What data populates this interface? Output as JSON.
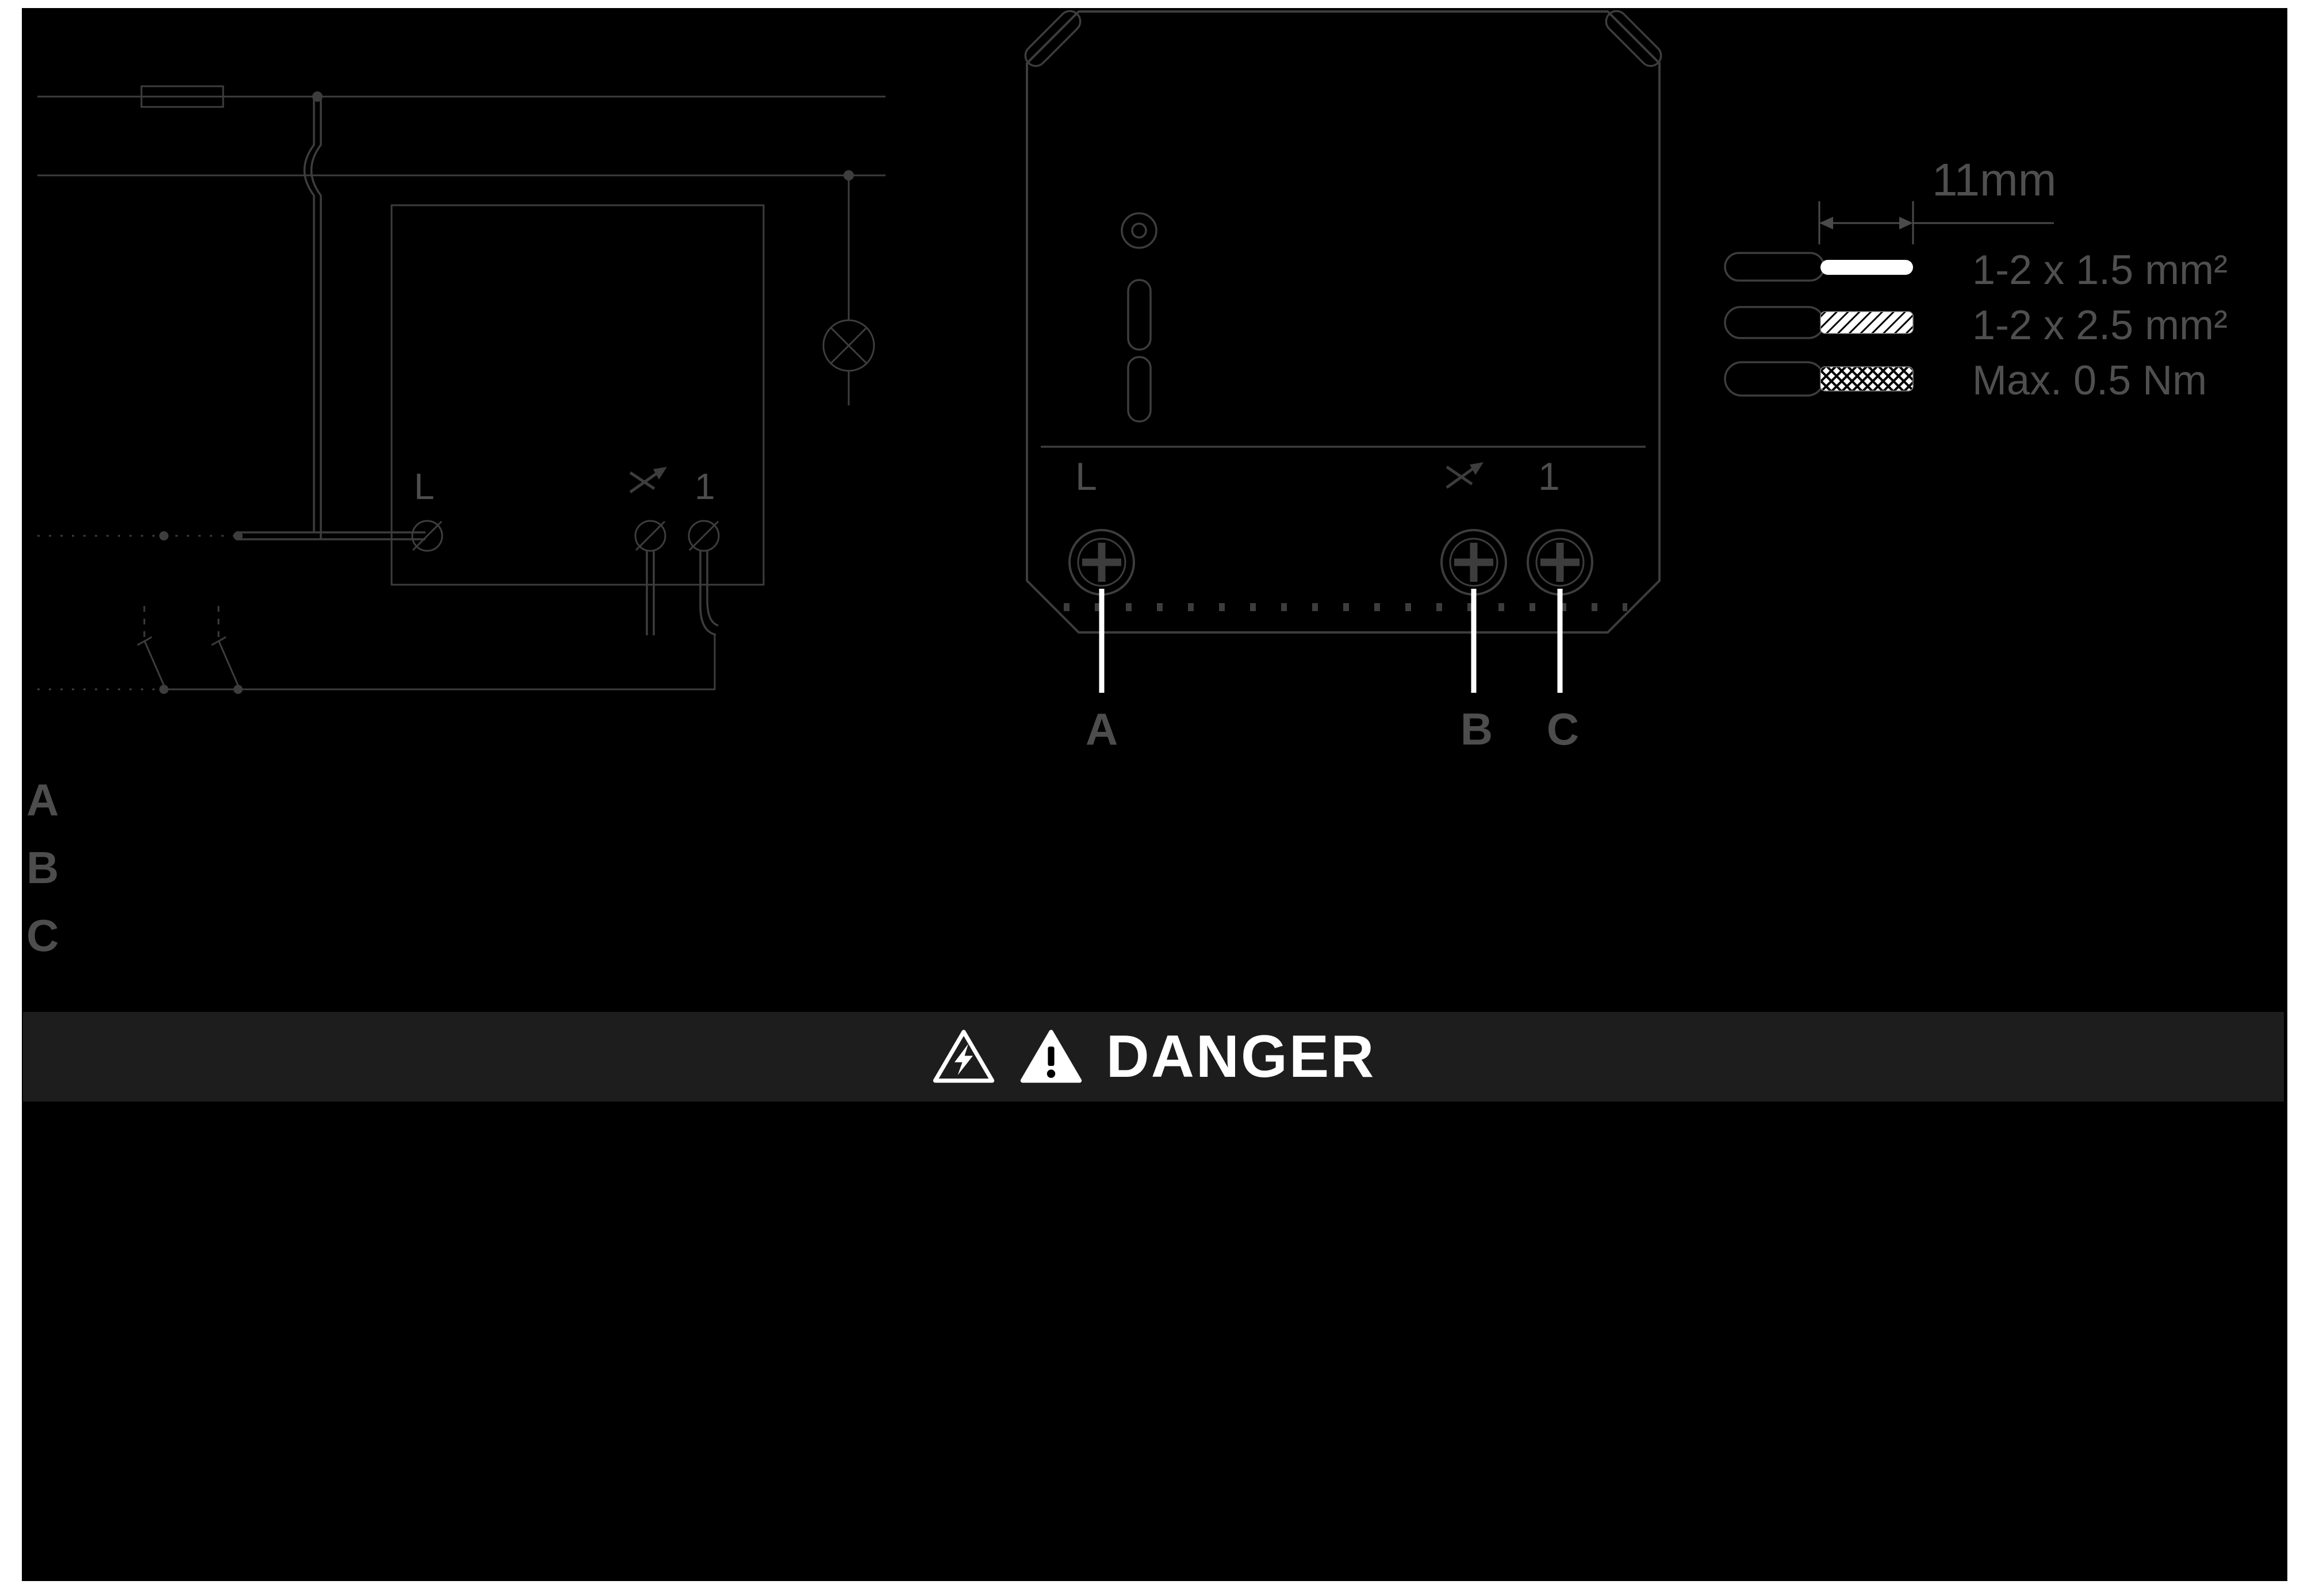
{
  "colors": {
    "page_border": "#ffffff",
    "background": "#000000",
    "line_art": "#3d3d3d",
    "label_text": "#4d4d4d",
    "danger_band_bg": "#1d1d1d",
    "danger_text": "#ffffff",
    "wire_highlight": "#ffffff"
  },
  "schematic": {
    "terminal_l": "L",
    "terminal_1": "1"
  },
  "device": {
    "terminal_l": "L",
    "terminal_1": "1",
    "leads": [
      "A",
      "B",
      "C"
    ]
  },
  "wire_spec": {
    "strip_length": "11mm",
    "rows": [
      {
        "icon": "wire-solid-icon",
        "label": "1-2 x 1.5 mm²"
      },
      {
        "icon": "wire-stranded-icon",
        "label": "1-2 x 2.5 mm²"
      },
      {
        "icon": "wire-braided-icon",
        "label": "Max. 0.5 Nm"
      }
    ]
  },
  "legend": {
    "items": [
      "A",
      "B",
      "C"
    ]
  },
  "danger": {
    "title": "DANGER",
    "icons": [
      "warning-electric-icon",
      "warning-general-icon"
    ]
  }
}
